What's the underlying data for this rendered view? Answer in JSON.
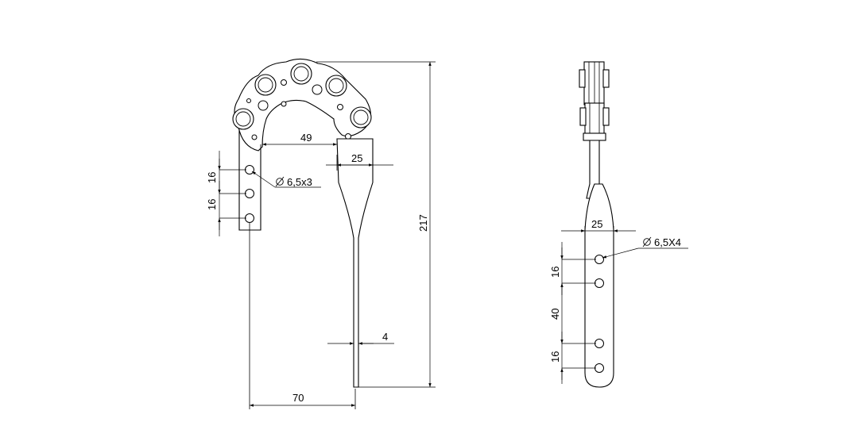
{
  "front_view": {
    "dim_49": "49",
    "dim_25": "25",
    "dim_16_a": "16",
    "dim_16_b": "16",
    "hole_callout": "6,5x3",
    "dim_217": "217",
    "dim_4": "4",
    "dim_70": "70"
  },
  "side_view": {
    "dim_25": "25",
    "hole_callout": "6,5X4",
    "dim_16_a": "16",
    "dim_40": "40",
    "dim_16_b": "16"
  }
}
